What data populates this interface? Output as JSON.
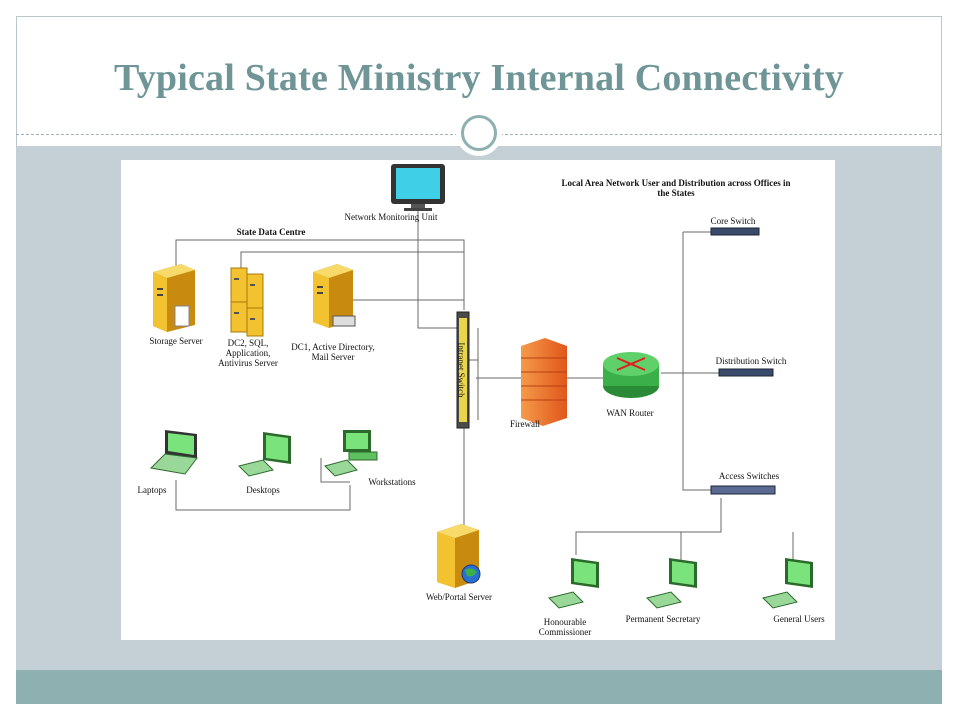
{
  "title": "Typical State Ministry Internal Connectivity",
  "diagram": {
    "section_lan": "Local Area Network User and Distribution across Offices in the States",
    "section_dc": "State Data Centre",
    "nodes": {
      "monitor": "Network Monitoring Unit",
      "storage": "Storage Server",
      "dc2": "DC2, SQL, Application, Antivirus Server",
      "dc1": "DC1, Active Directory, Mail Server",
      "switch": "Intranet Switch",
      "firewall": "Firewall",
      "router": "WAN Router",
      "core": "Core Switch",
      "distribution": "Distribution Switch",
      "access": "Access Switches",
      "laptops": "Laptops",
      "desktops": "Desktops",
      "workstations": "Workstations",
      "web": "Web/Portal Server",
      "commissioner": "Honourable Commissioner",
      "secretary": "Permanent Secretary",
      "general": "General Users"
    }
  },
  "colors": {
    "title": "#6f9597",
    "band": "#c5d0d6",
    "footer": "#8fb0b0",
    "server": "#f2c230",
    "monitor_screen": "#3fd0e8",
    "desktop_screen": "#7be37b",
    "firewall": "#f07a2a",
    "router": "#3bb04a"
  }
}
